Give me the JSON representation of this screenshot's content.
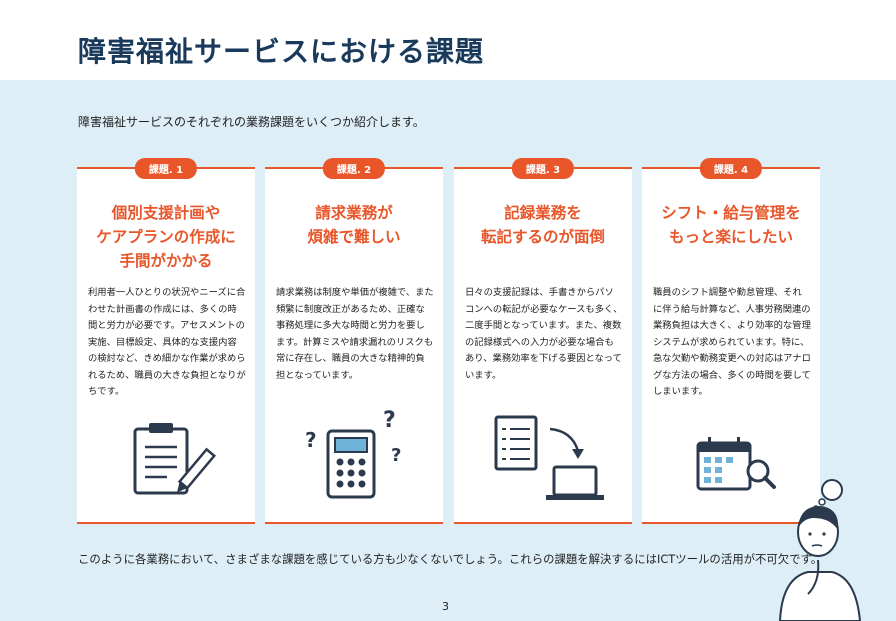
{
  "page": {
    "title": "障害福祉サービスにおける課題",
    "intro": "障害福祉サービスのそれぞれの業務課題をいくつか紹介します。",
    "summary": "このように各業務において、さまざまな課題を感じている方も少なくないでしょう。これらの課題を解決するにはICTツールの活用が不可欠です。",
    "page_number": "3"
  },
  "colors": {
    "accent": "#e8562a",
    "title": "#1a3a5c",
    "background": "#ddeef7",
    "icon_dark": "#2b3a4d",
    "icon_blue": "#6fb3d9"
  },
  "cards": [
    {
      "badge": "課題. 1",
      "title": "個別支援計画や\nケアプランの作成に\n手間がかかる",
      "body": "利用者一人ひとりの状況やニーズに合わせた計画書の作成には、多くの時間と労力が必要です。アセスメントの実施、目標設定、具体的な支援内容の検討など、きめ細かな作業が求められるため、職員の大きな負担となりがちです。",
      "icon": "clipboard-pencil-icon"
    },
    {
      "badge": "課題. 2",
      "title": "請求業務が\n煩雑で難しい",
      "body": "請求業務は制度や単価が複雑で、また頻繁に制度改正があるため、正確な事務処理に多大な時間と労力を要します。計算ミスや請求漏れのリスクも常に存在し、職員の大きな精神的負担となっています。",
      "icon": "calculator-question-icon"
    },
    {
      "badge": "課題. 3",
      "title": "記録業務を\n転記するのが面倒",
      "body": "日々の支援記録は、手書きからパソコンへの転記が必要なケースも多く、二度手間となっています。また、複数の記録様式への入力が必要な場合もあり、業務効率を下げる要因となっています。",
      "icon": "document-to-laptop-icon"
    },
    {
      "badge": "課題. 4",
      "title": "シフト・給与管理を\nもっと楽にしたい",
      "body": "職員のシフト調整や勤怠管理、それに伴う給与計算など、人事労務関連の業務負担は大きく、より効率的な管理システムが求められています。特に、急な欠勤や勤務変更への対応はアナログな方法の場合、多くの時間を要してしまいます。",
      "icon": "calendar-magnifier-icon"
    }
  ]
}
